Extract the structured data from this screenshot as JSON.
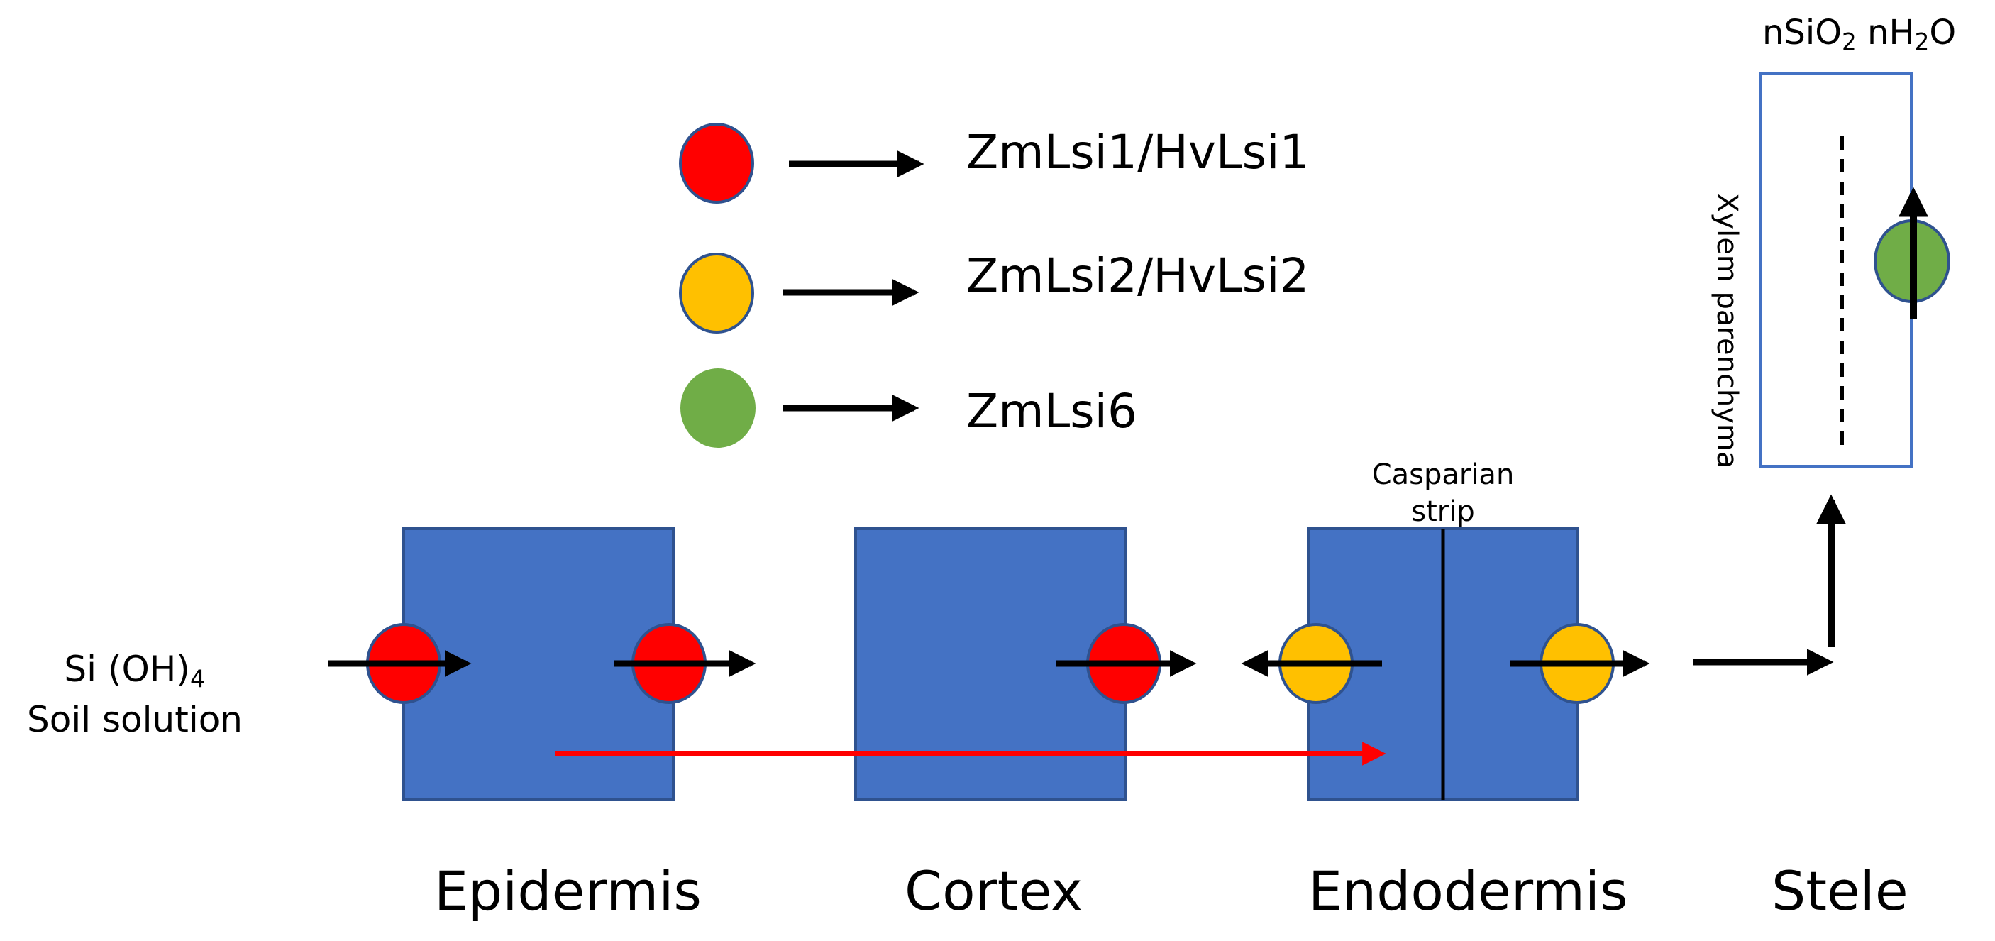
{
  "colors": {
    "cell_fill": "#4472C4",
    "cell_border": "#2F528F",
    "lsi1": "#FF0000",
    "lsi2": "#FFC000",
    "lsi6": "#70AD47",
    "apoplast_arrow": "#FF0000",
    "xylem_box_border": "#4472C4"
  },
  "legend": [
    {
      "transporter": "lsi1",
      "label": "ZmLsi1/HvLsi1"
    },
    {
      "transporter": "lsi2",
      "label": "ZmLsi2/HvLsi2"
    },
    {
      "transporter": "lsi6",
      "label": "ZmLsi6"
    }
  ],
  "soil": {
    "formula_main": "Si (OH)",
    "formula_sub": "4",
    "label": "Soil solution"
  },
  "casparian": {
    "line1": "Casparian",
    "line2": "strip"
  },
  "xylem": {
    "label": "Xylem parenchyma",
    "top_label": {
      "a": "nSiO",
      "a_sub": "2",
      "b": " nH",
      "b_sub": "2",
      "c": "O"
    }
  },
  "tissues": {
    "epidermis": "Epidermis",
    "cortex": "Cortex",
    "endodermis": "Endodermis",
    "stele": "Stele"
  }
}
